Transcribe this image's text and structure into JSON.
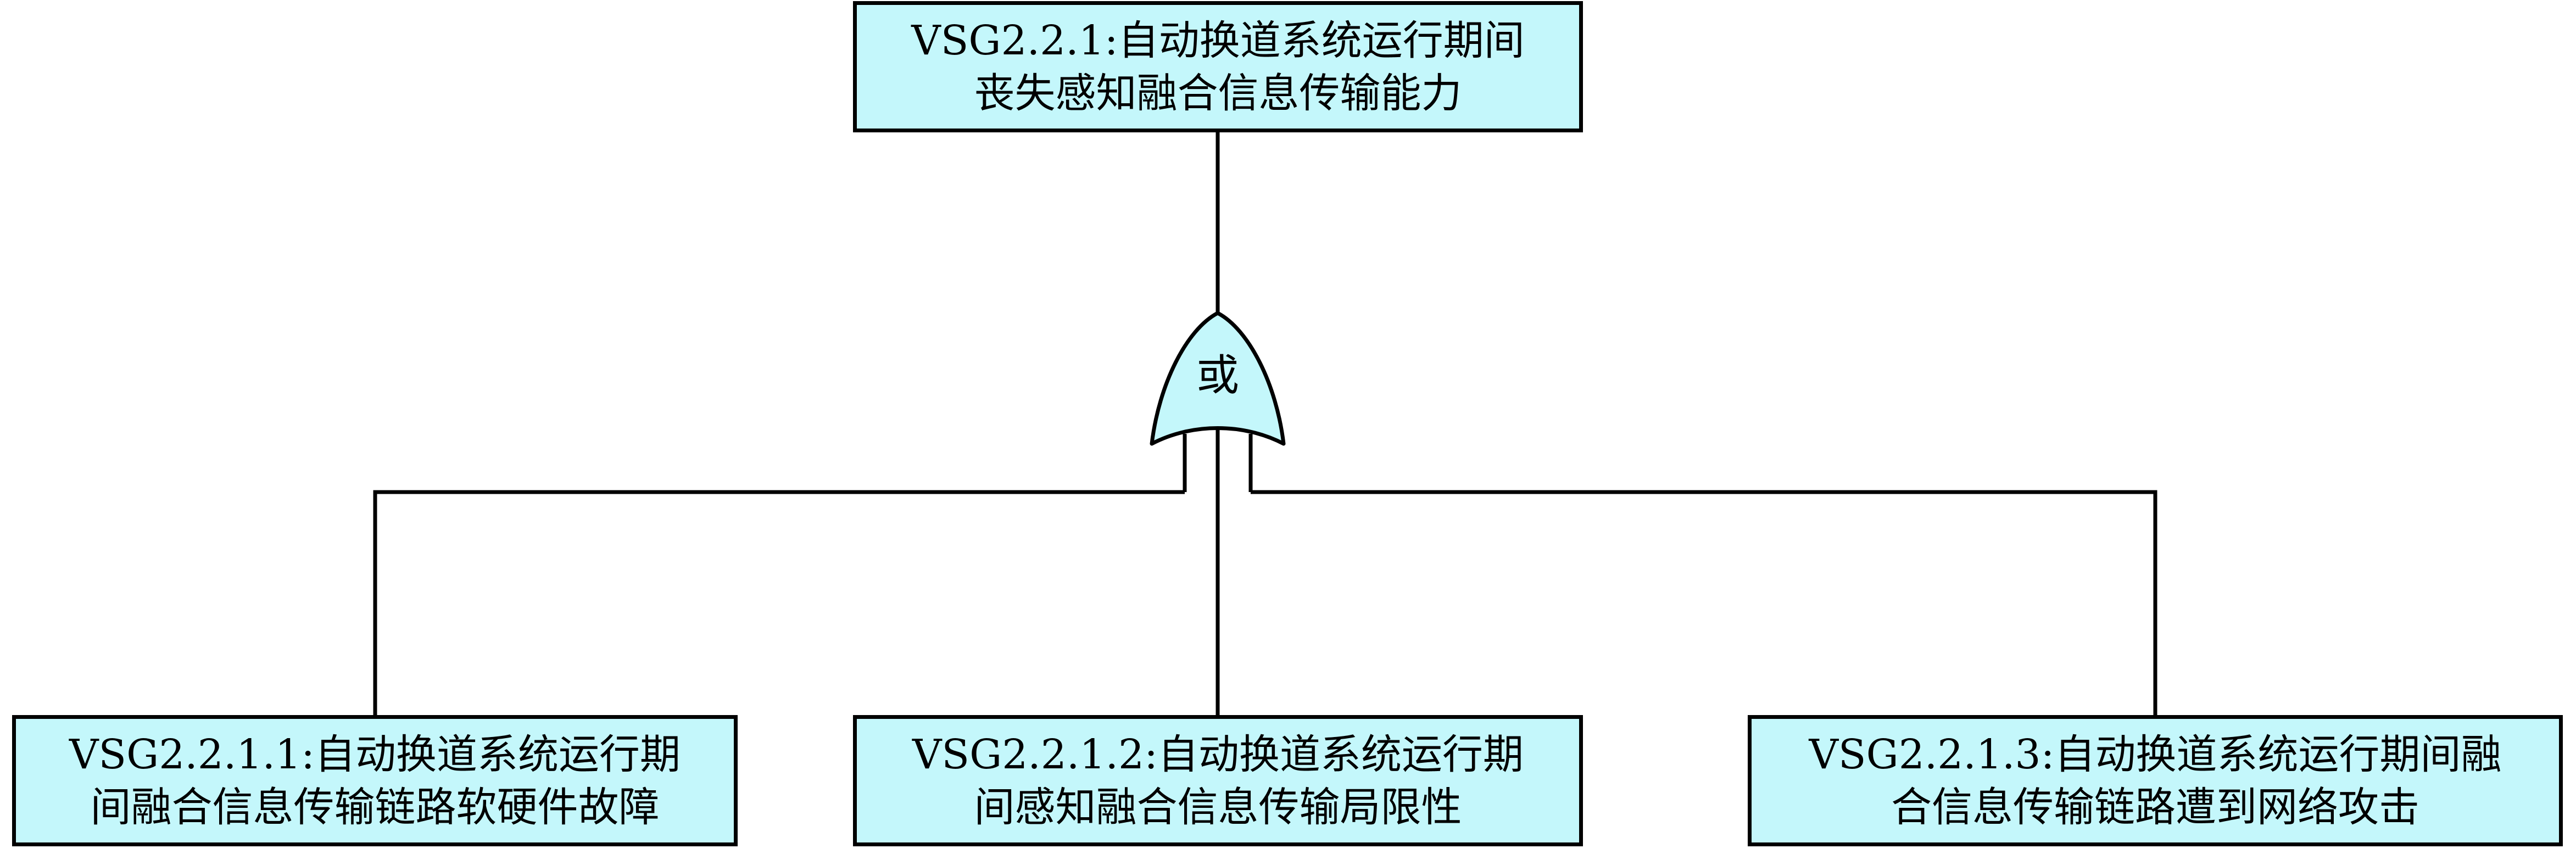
{
  "diagram": {
    "colors": {
      "node_fill": "#c4f7fb",
      "gate_fill": "#c4f7fb",
      "stroke": "#000000",
      "background": "#ffffff"
    },
    "top_event": {
      "line1": "VSG2.2.1:自动换道系统运行期间",
      "line2": "丧失感知融合信息传输能力"
    },
    "gate": {
      "type": "or-gate",
      "label": "或"
    },
    "basic_events": [
      {
        "line1": "VSG2.2.1.1:自动换道系统运行期",
        "line2": "间融合信息传输链路软硬件故障"
      },
      {
        "line1": "VSG2.2.1.2:自动换道系统运行期",
        "line2": "间感知融合信息传输局限性"
      },
      {
        "line1": "VSG2.2.1.3:自动换道系统运行期间融",
        "line2": "合信息传输链路遭到网络攻击"
      }
    ]
  }
}
